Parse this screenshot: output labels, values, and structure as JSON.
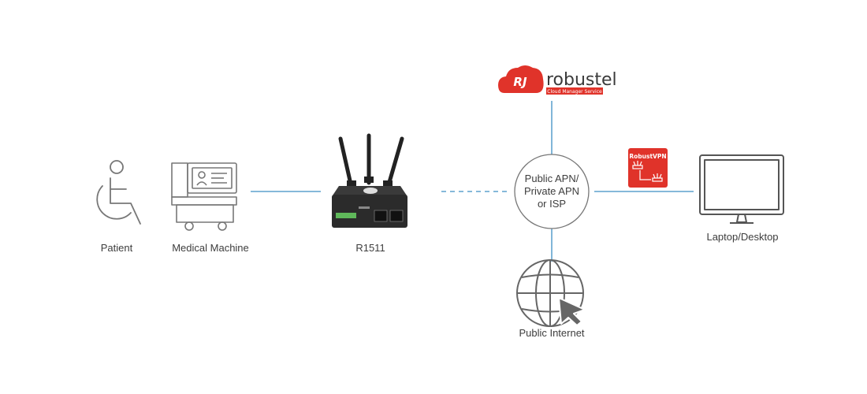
{
  "labels": {
    "patient": "Patient",
    "medical_machine": "Medical Machine",
    "router": "R1511",
    "network_line1": "Public APN/",
    "network_line2": "Private APN",
    "network_line3": "or ISP",
    "public_internet": "Public Internet",
    "laptop_desktop": "Laptop/Desktop"
  },
  "logo": {
    "brand": "robustel",
    "tagline": "Cloud Manager Service"
  },
  "vpn_badge": {
    "text": "RobustVPN"
  },
  "colors": {
    "line": "#3d8fc4",
    "icon_stroke": "#777777",
    "brand_red": "#e0332a",
    "router_body": "#2b2b2b",
    "label_text": "#3d3d3d"
  }
}
